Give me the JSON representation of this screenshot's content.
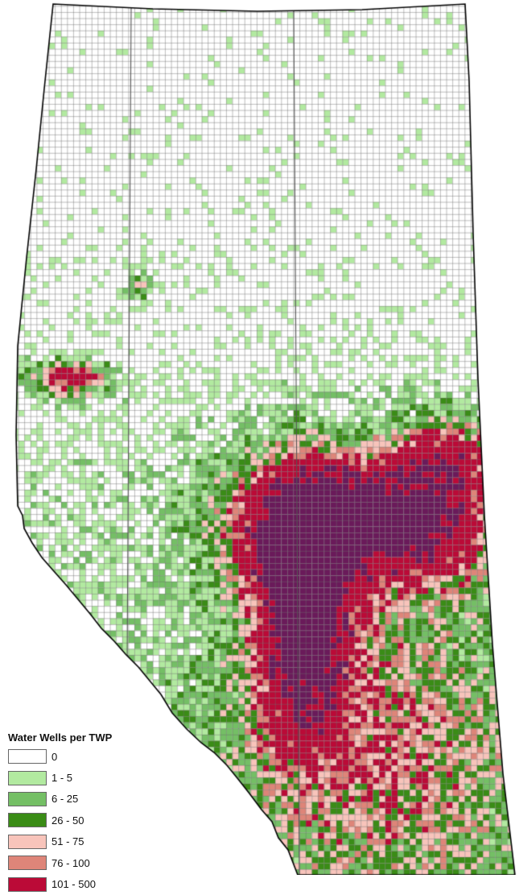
{
  "legend": {
    "title": "Water Wells per TWP",
    "classes": [
      {
        "label": "0",
        "color": "#ffffff"
      },
      {
        "label": "1 - 5",
        "color": "#b2eaa0"
      },
      {
        "label": "6 - 25",
        "color": "#74bf65"
      },
      {
        "label": "26 - 50",
        "color": "#3a8c16"
      },
      {
        "label": "51 - 75",
        "color": "#f8c4bb"
      },
      {
        "label": "76 - 100",
        "color": "#de8579"
      },
      {
        "label": "101 - 500",
        "color": "#bb0a37"
      }
    ],
    "extra_colors": {
      "above_500": "#6a1a5a"
    }
  },
  "map": {
    "region": "Alberta township grid",
    "grid_line_color": "#6e6e6e",
    "border_color": "#000000"
  }
}
